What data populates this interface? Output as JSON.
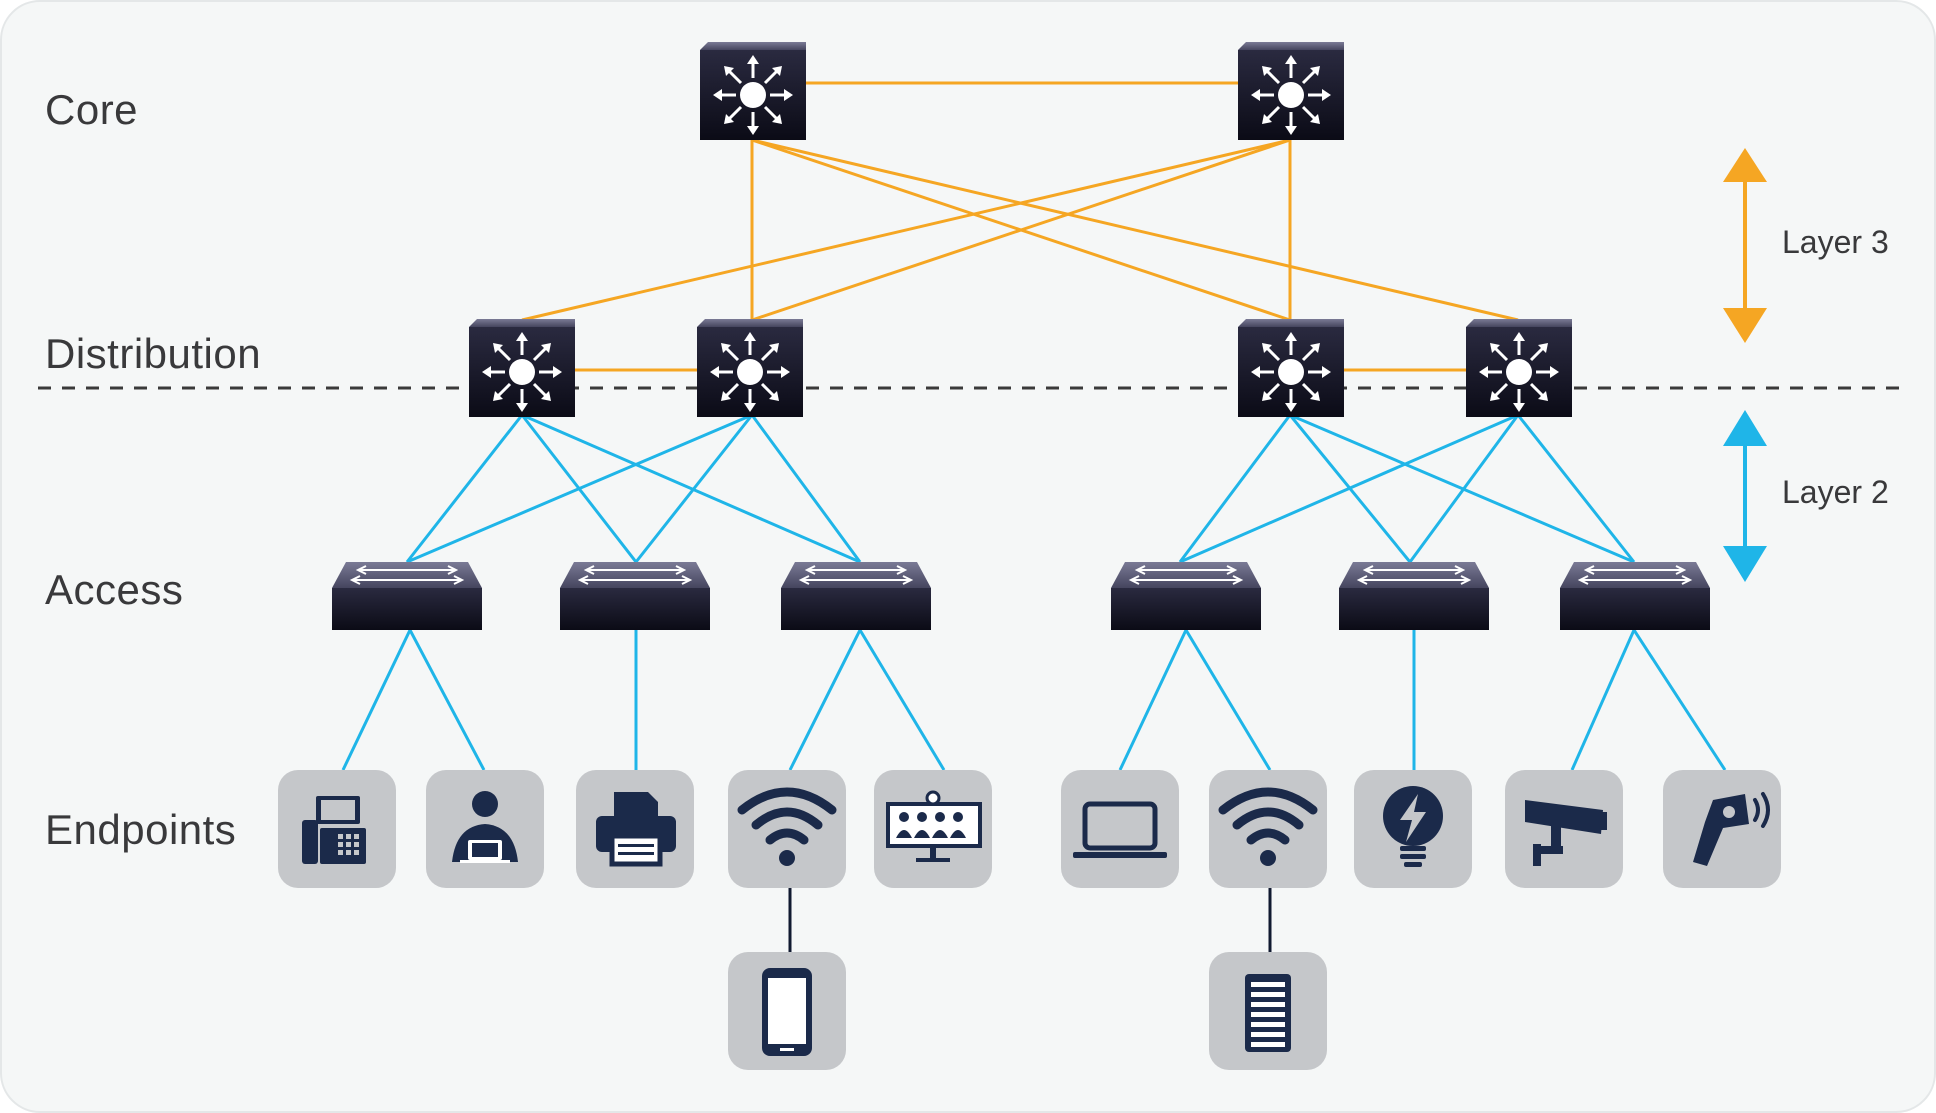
{
  "tiers": {
    "core": "Core",
    "distribution": "Distribution",
    "access": "Access",
    "endpoints": "Endpoints"
  },
  "layers": {
    "layer3": "Layer 3",
    "layer2": "Layer 2"
  },
  "colors": {
    "layer3_link": "#f5a623",
    "layer2_link": "#1fb5e8",
    "device_dark": "#12121f",
    "endpoint_tile": "#c5c7ca",
    "endpoint_icon": "#1b2a4a",
    "boundary_line": "#3a3a3a"
  },
  "devices": {
    "core": [
      "core-switch-1",
      "core-switch-2"
    ],
    "distribution": [
      "distribution-switch-1",
      "distribution-switch-2",
      "distribution-switch-3",
      "distribution-switch-4"
    ],
    "access": [
      "access-switch-1",
      "access-switch-2",
      "access-switch-3",
      "access-switch-4",
      "access-switch-5",
      "access-switch-6"
    ],
    "endpoints": [
      "ip-phone-icon",
      "user-laptop-icon",
      "printer-icon",
      "wifi-access-point-icon",
      "video-conference-icon",
      "laptop-icon",
      "wifi-access-point-icon",
      "smart-bulb-icon",
      "security-camera-icon",
      "barcode-scanner-icon"
    ],
    "wireless_clients": [
      "mobile-phone-icon",
      "server-icon"
    ]
  }
}
